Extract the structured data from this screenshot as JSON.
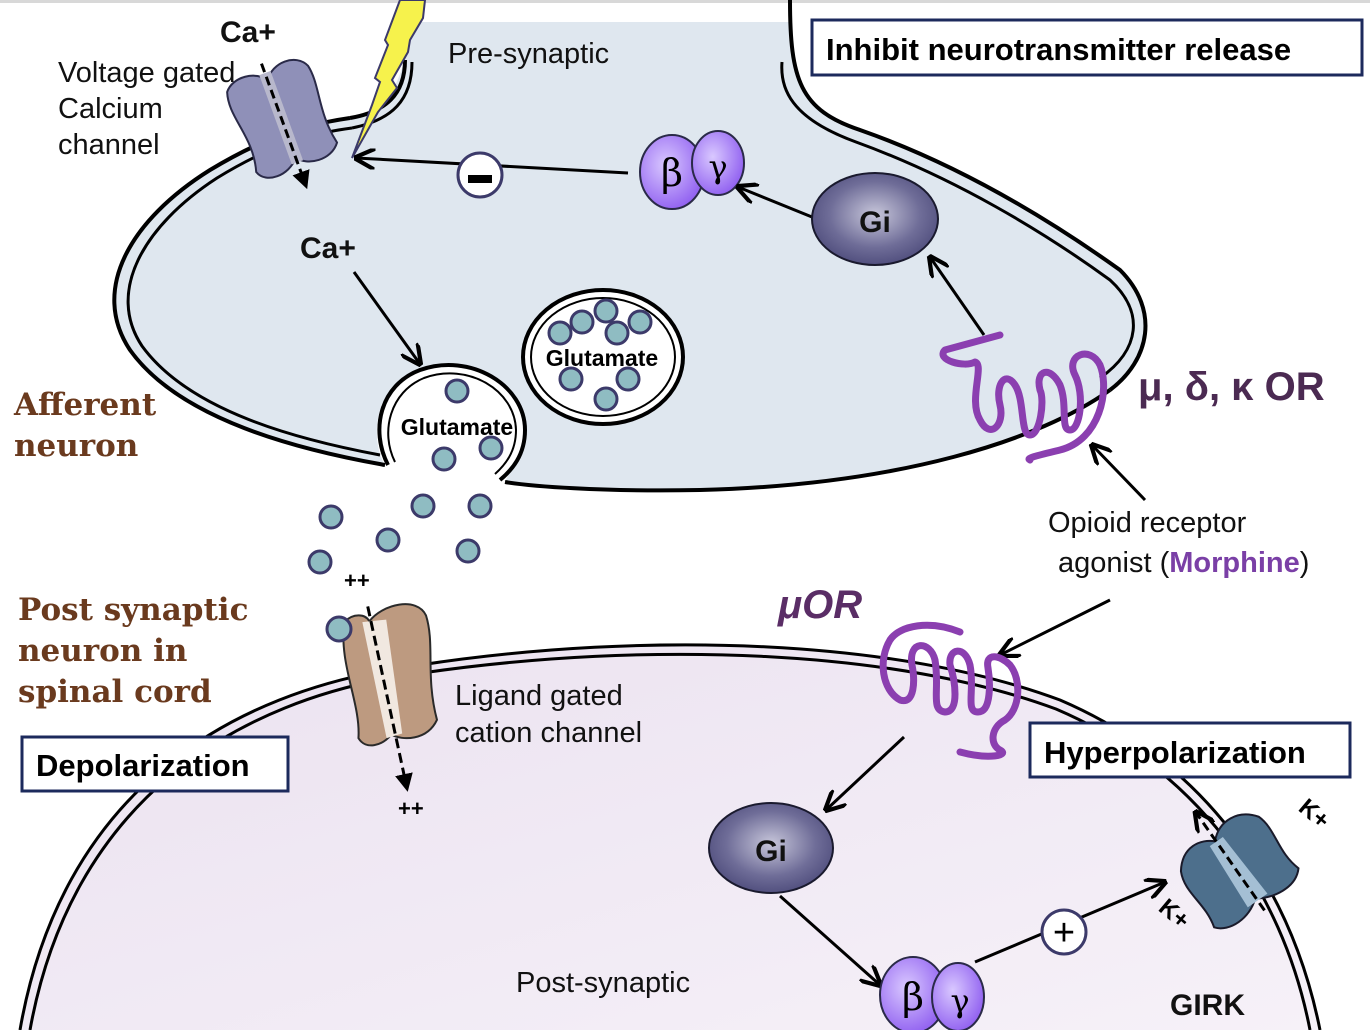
{
  "title_box_top": "Inhibit neurotransmitter release",
  "regions": {
    "presynaptic_label": "Pre-synaptic",
    "postsynaptic_label": "Post-synaptic",
    "afferent_label_line1": "Afferent",
    "afferent_label_line2": "neuron",
    "post_neuron_line1": "Post synaptic",
    "post_neuron_line2": "neuron in",
    "post_neuron_line3": "spinal cord"
  },
  "presynaptic": {
    "calcium_ion_outside": "Ca+",
    "calcium_ion_inside": "Ca+",
    "vgcc_line1": "Voltage gated",
    "vgcc_line2": "Calcium",
    "vgcc_line3": "channel",
    "inhibit_sign": "–",
    "beta": "β",
    "gamma": "γ",
    "gi": "Gi",
    "vesicle_docked": "Glutamate",
    "vesicle_free": "Glutamate",
    "receptor_label": "μ, δ, κ OR"
  },
  "agonist": {
    "line1": "Opioid receptor",
    "line2_prefix": "agonist (",
    "drug": "Morphine",
    "line2_suffix": ")"
  },
  "postsynaptic": {
    "ions_outside": "++",
    "ions_inside": "++",
    "ligand_channel_line1": "Ligand gated",
    "ligand_channel_line2": "cation channel",
    "depolarization_box": "Depolarization",
    "hyperpolarization_box": "Hyperpolarization",
    "receptor_label": "μOR",
    "gi": "Gi",
    "beta": "β",
    "gamma": "γ",
    "activate_sign": "+",
    "potassium_out": "K+",
    "potassium_in": "K+",
    "girk_label": "GIRK"
  },
  "colors": {
    "presynaptic_fill": "#dfe7ef",
    "postsynaptic_fill": "#ede6f1",
    "receptor_purple": "#8b3fb0",
    "morphine_purple": "#7a3fa6",
    "receptor_label_color": "#4b2a52",
    "neuron_label_brown": "#6a3a1e",
    "glutamate_fill": "#8fbcc2",
    "vgcc_fill": "#8f90b8",
    "ligand_channel_fill": "#bd9a80",
    "girk_fill": "#4d6f8c",
    "box_border": "#1c2a5c"
  }
}
